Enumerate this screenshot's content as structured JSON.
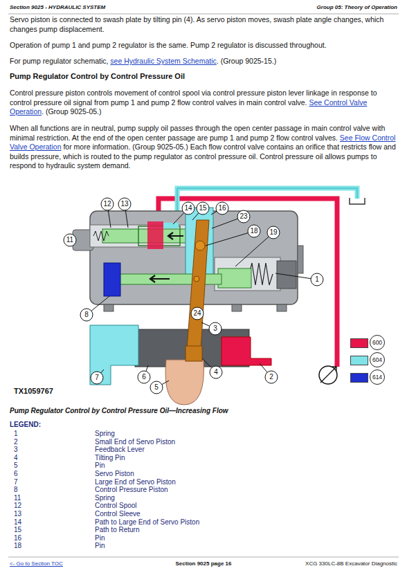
{
  "diagram": {
    "title": "Pump Regulator Control by Control Pressure Oil",
    "caption": "Pump Regulator Control by Control Pressure Oil—Increasing Flow",
    "labels": [
      "Section 9025 - HYDRAULIC SYSTEM",
      "Group 05: Theory of Operation",
      "Servo piston is connected to swash plate by tilting pin (4). As servo piston moves, swash plate angle changes, which changes pump displacement.",
      "Operation of pump 1 and pump 2 regulator is the same. Pump 2 regulator is discussed throughout.",
      "For pump regulator schematic,",
      "see Hydraulic System Schematic",
      ". (Group 9025-15.)",
      "Control pressure piston controls movement of control spool via control pressure piston lever linkage in response to control pressure oil signal from pump 1 and pump 2 flow control valves in main control valve.",
      "See Control Valve Operation",
      ". (Group 9025-05.)",
      "When all functions are in neutral, pump supply oil passes through the open center passage in main control valve with minimal restriction. At the end of the open center passage are pump 1 and pump 2 flow control valves.",
      "See Flow Control Valve Operation",
      "for more information. (Group 9025-05.) Each flow control valve contains an orifice that restricts flow and builds pressure, which is routed to the pump regulator as control pressure oil. Control pressure oil allows pumps to respond to hydraulic system demand.",
      "12",
      "13",
      "11",
      "14",
      "15",
      "16",
      "23",
      "18",
      "19",
      "1",
      "8",
      "24",
      "3",
      "2",
      "7",
      "6",
      "5",
      "4",
      "TX1059767",
      "LEGEND:",
      "1",
      "Spring",
      "2",
      "Small End of Servo Piston",
      "3",
      "Feedback Lever",
      "4",
      "Tilting Pin",
      "5",
      "Pin",
      "6",
      "Servo Piston",
      "7",
      "Large End of Servo Piston",
      "8",
      "Control Pressure Piston",
      "11",
      "Spring",
      "12",
      "Control Spool",
      "13",
      "Control Sleeve",
      "14",
      "Path to Large End of Servo Piston",
      "15",
      "Path to Return",
      "16",
      "Pin",
      "18",
      "Pin",
      "<- Go to Section TOC",
      "Section 9025 page 16",
      "XCG 330LC-8B Excavator Diagnostic"
    ],
    "legend": [
      {
        "text": "600",
        "color": "#e8154a"
      },
      {
        "text": "604",
        "color": "#7fe3e8"
      },
      {
        "text": "614",
        "color": "#1f2fd0"
      }
    ]
  }
}
